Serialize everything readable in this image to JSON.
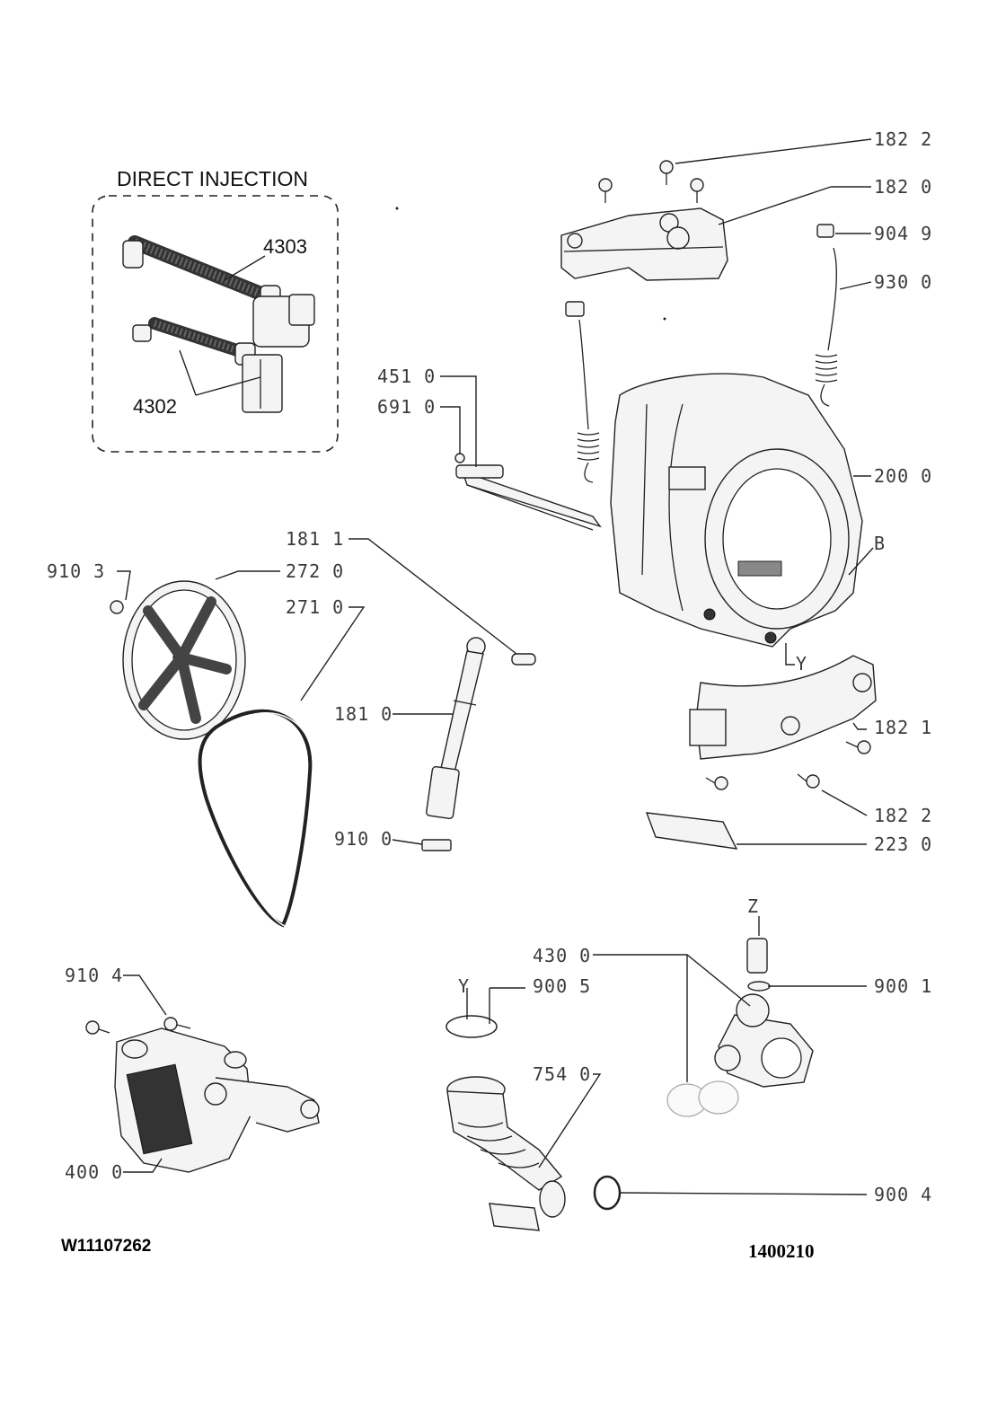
{
  "inset": {
    "title": "DIRECT INJECTION",
    "labels": [
      "4303",
      "4302"
    ]
  },
  "callouts": [
    "182 2",
    "182 0",
    "904 9",
    "930 0",
    "451 0",
    "691 0",
    "200 0",
    "B",
    "181 1",
    "910 3",
    "272 0",
    "271 0",
    "Y",
    "181 0",
    "182 1",
    "182 2",
    "910 0",
    "223 0",
    "Z",
    "430 0",
    "Y",
    "900 5",
    "900 1",
    "754 0",
    "910 4",
    "400 0",
    "900 4"
  ],
  "footer": {
    "model": "W11107262",
    "code": "1400210"
  }
}
